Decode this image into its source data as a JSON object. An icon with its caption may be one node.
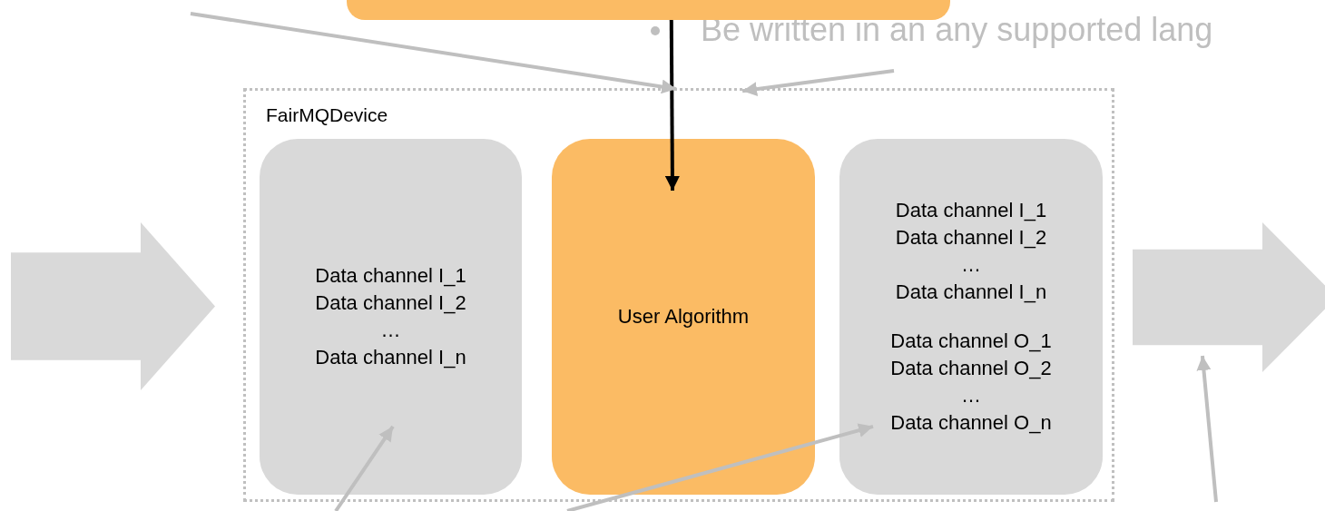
{
  "diagram": {
    "nodes": [
      {
        "text": [],
        "shape": "box"
      },
      {
        "text": [
          "FairMQDevice"
        ]
      },
      {
        "text": [
          "Data channel I_1 Data channel I_2 … Data channel I_n"
        ],
        "in": 1
      },
      {
        "text": [
          "User Algorithm"
        ],
        "in": 1
      },
      {
        "text": [
          "Data channel I_1 Data channel I_2 … Data channel I_n",
          "Data channel O_1 Data channel O_2 … Data channel O_n"
        ],
        "in": 1
      },
      {
        "text": [],
        "shape": "arrow"
      },
      {
        "text": [],
        "shape": "arrow"
      }
    ],
    "edges": [
      {
        "from": 0,
        "to": 3,
        "arrow": "to",
        "color": "#000000"
      },
      {
        "from": null,
        "to": 1,
        "arrow": "to"
      },
      {
        "from": null,
        "to": 1,
        "arrow": "to"
      },
      {
        "from": null,
        "to": 2,
        "arrow": "to"
      },
      {
        "from": null,
        "to": 4,
        "arrow": "to"
      },
      {
        "from": null,
        "to": 6,
        "arrow": "to"
      }
    ],
    "labels": [
      "Be written in an any supported lang"
    ]
  }
}
